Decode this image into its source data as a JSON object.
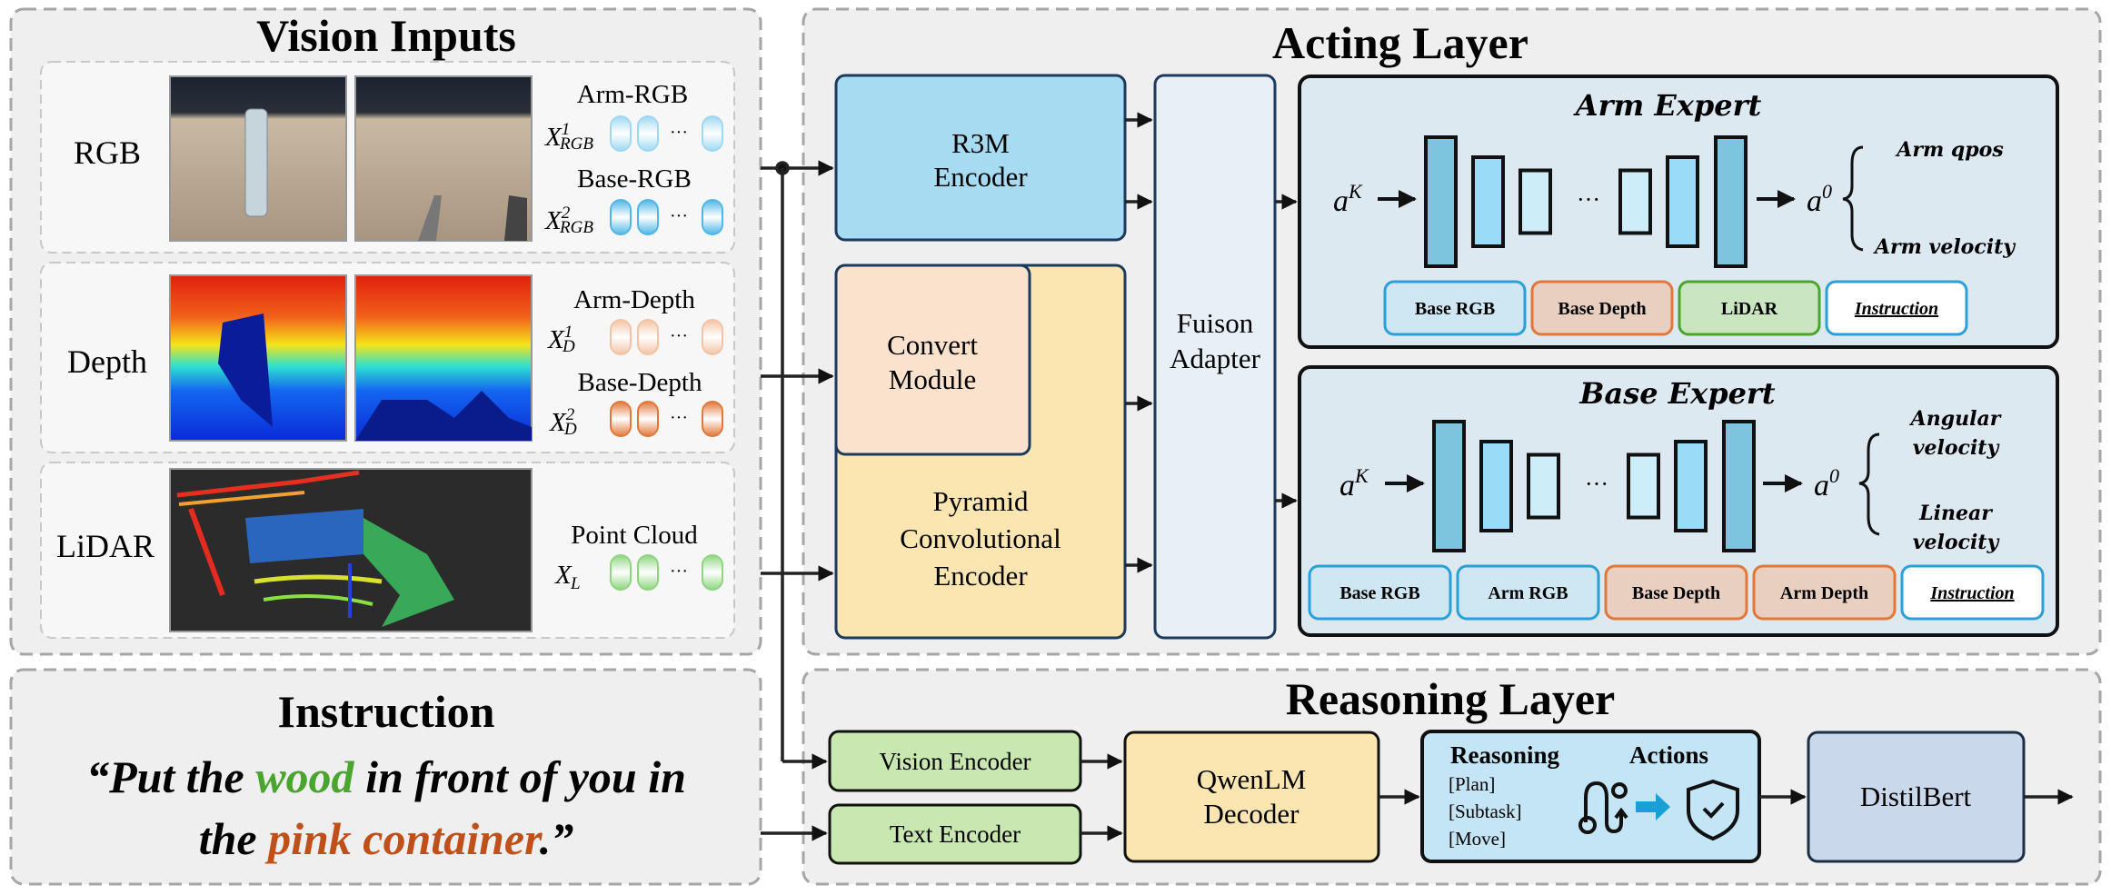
{
  "colors": {
    "rgb_token": "#4fb6e6",
    "rgb_token_light": "#9fd8f2",
    "depth_token": "#e2773a",
    "depth_token_light": "#f2c3a4",
    "lidar_token": "#8fd57f",
    "wood": "#4aa52e",
    "container": "#c0501a",
    "action_arrow": "#1a9fd6"
  },
  "vision_inputs": {
    "title": "Vision Inputs",
    "rgb": {
      "label": "RGB",
      "arm_label": "Arm-RGB",
      "base_label": "Base-RGB",
      "arm_symbol": {
        "base": "X",
        "sup": "1",
        "sub": "RGB"
      },
      "base_symbol": {
        "base": "X",
        "sup": "2",
        "sub": "RGB"
      }
    },
    "depth": {
      "label": "Depth",
      "arm_label": "Arm-Depth",
      "base_label": "Base-Depth",
      "arm_symbol": {
        "base": "X",
        "sup": "1",
        "sub": "D"
      },
      "base_symbol": {
        "base": "X",
        "sup": "2",
        "sub": "D"
      }
    },
    "lidar": {
      "label": "LiDAR",
      "cloud_label": "Point Cloud",
      "symbol": {
        "base": "X",
        "sub": "L"
      }
    },
    "ellipsis": "···"
  },
  "instruction": {
    "title": "Instruction",
    "line1": {
      "pre": "“Put the ",
      "highlight": "wood",
      "post": " in front of you in"
    },
    "line2": {
      "pre": "the ",
      "highlight": "pink container",
      "post": ".”"
    }
  },
  "acting_layer": {
    "title": "Acting Layer",
    "r3m": [
      "R3M",
      "Encoder"
    ],
    "convert": [
      "Convert",
      "Module"
    ],
    "pyramid": [
      "Pyramid",
      "Convolutional",
      "Encoder"
    ],
    "fusion": [
      "Fuison",
      "Adapter"
    ],
    "arm_expert": {
      "title": "Arm Expert",
      "input": {
        "base": "a",
        "sup": "K"
      },
      "output": {
        "base": "a",
        "sup": "0"
      },
      "ellipsis": "···",
      "outputs": [
        "Arm qpos",
        "Arm velocity"
      ],
      "conditions": [
        {
          "label": "Base RGB",
          "kind": "rgb"
        },
        {
          "label": "Base Depth",
          "kind": "depth"
        },
        {
          "label": "LiDAR",
          "kind": "lidar"
        },
        {
          "label": "Instruction",
          "kind": "instruction"
        }
      ]
    },
    "base_expert": {
      "title": "Base Expert",
      "input": {
        "base": "a",
        "sup": "K"
      },
      "output": {
        "base": "a",
        "sup": "0"
      },
      "ellipsis": "···",
      "outputs": [
        [
          "Angular",
          "velocity"
        ],
        [
          "Linear",
          "velocity"
        ]
      ],
      "conditions": [
        {
          "label": "Base RGB",
          "kind": "rgb"
        },
        {
          "label": "Arm RGB",
          "kind": "rgb"
        },
        {
          "label": "Base Depth",
          "kind": "depth"
        },
        {
          "label": "Arm Depth",
          "kind": "depth"
        },
        {
          "label": "Instruction",
          "kind": "instruction"
        }
      ]
    }
  },
  "reasoning_layer": {
    "title": "Reasoning Layer",
    "vision_encoder": "Vision Encoder",
    "text_encoder": "Text Encoder",
    "qwenlm": [
      "QwenLM",
      "Decoder"
    ],
    "reasoning_box": {
      "reasoning_title": "Reasoning",
      "actions_title": "Actions",
      "items": [
        "[Plan]",
        "[Subtask]",
        "[Move]"
      ],
      "icons": [
        "route-icon",
        "arrow-right-icon",
        "shield-check-icon"
      ]
    },
    "distilbert": "DistilBert"
  }
}
